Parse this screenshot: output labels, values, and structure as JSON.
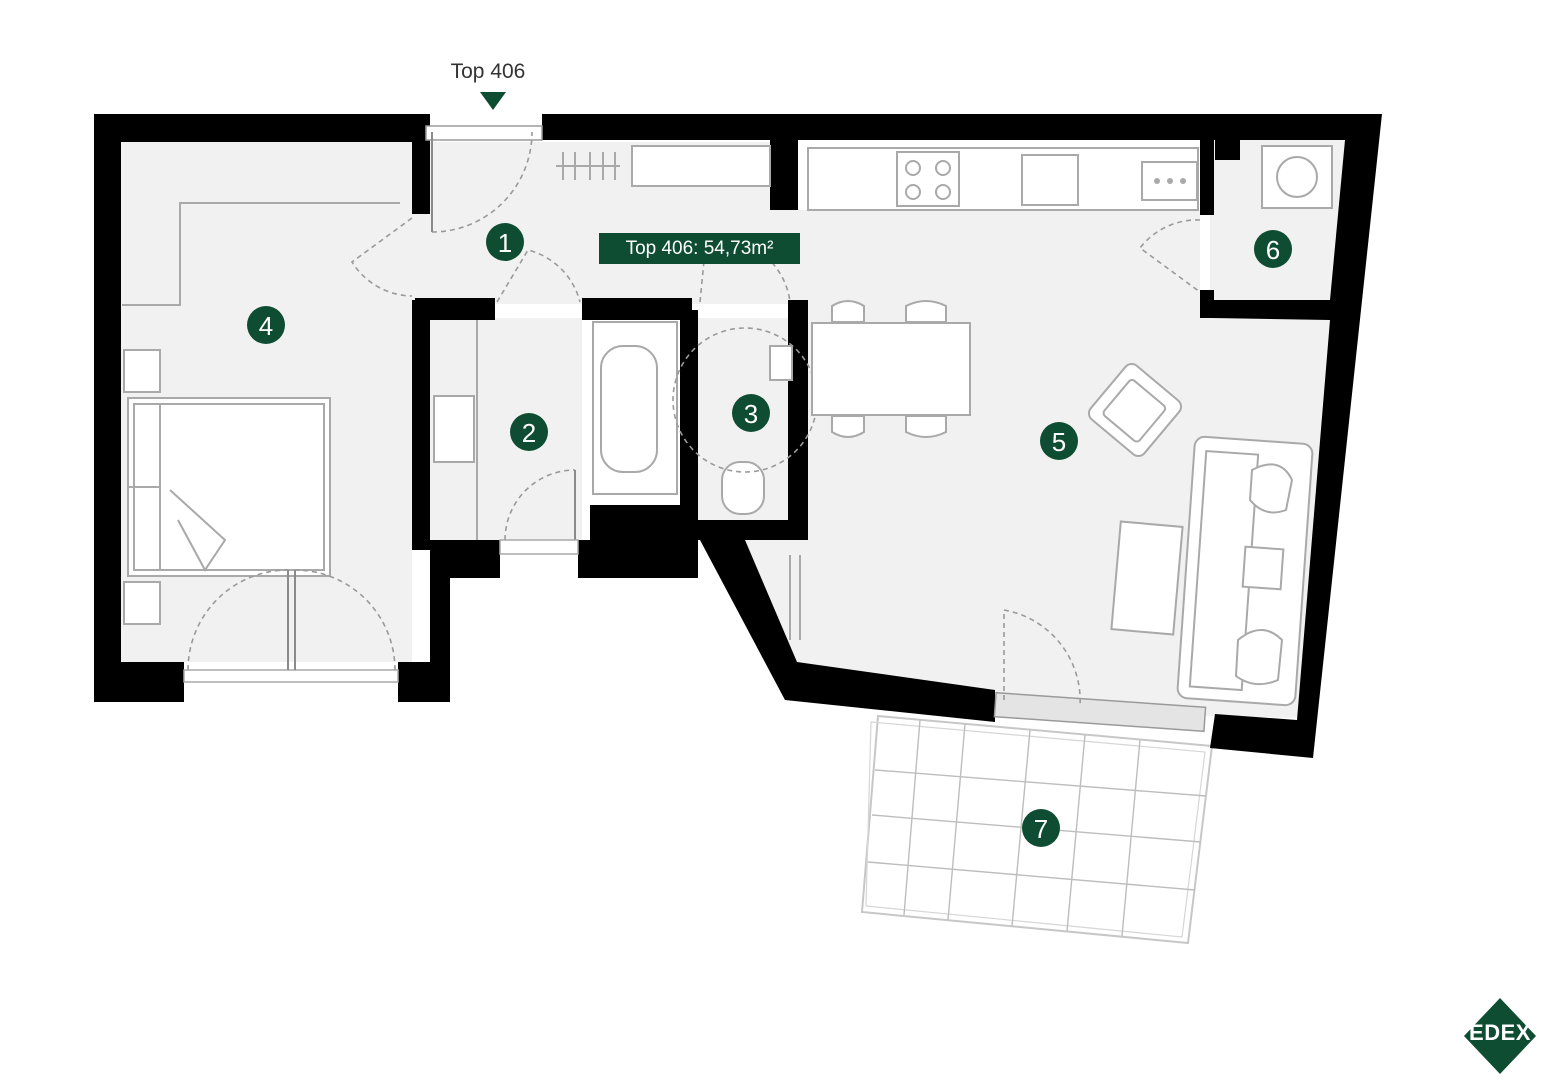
{
  "unit": {
    "entrance_label": "Top 406",
    "area_label": "Top 406: 54,73m²"
  },
  "rooms": [
    {
      "number": "1"
    },
    {
      "number": "2"
    },
    {
      "number": "3"
    },
    {
      "number": "4"
    },
    {
      "number": "5"
    },
    {
      "number": "6"
    },
    {
      "number": "7"
    }
  ],
  "logo": {
    "text": "EDEX"
  },
  "colors": {
    "brand_green": "#0f4d32",
    "walls": "#000000",
    "floor": "#f1f1f1"
  }
}
